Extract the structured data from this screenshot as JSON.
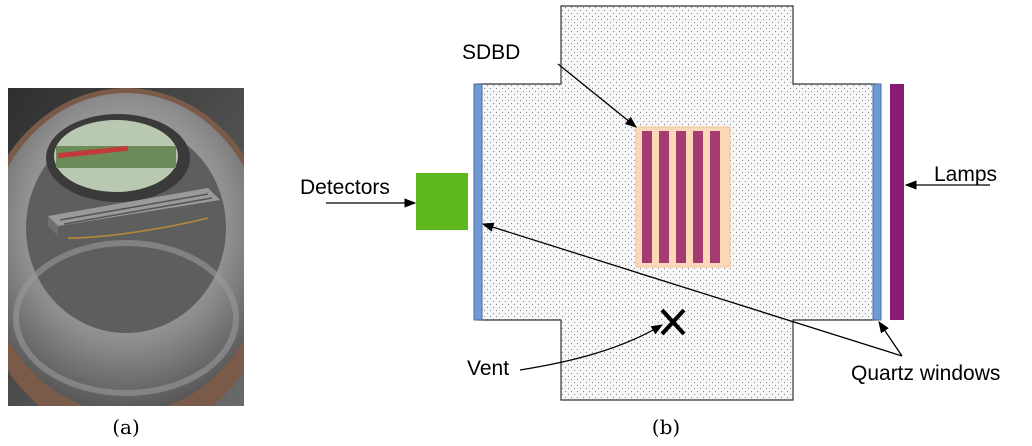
{
  "panel_a": {
    "caption": "(a)",
    "photo_icon": "vacuum-chamber-photo"
  },
  "panel_b": {
    "caption": "(b)",
    "labels": {
      "sdbd": "SDBD",
      "detectors": "Detectors",
      "lamps": "Lamps",
      "vent": "Vent",
      "quartz_windows": "Quartz windows"
    },
    "colors": {
      "chamber_fill": "#f2f2f2",
      "detector": "#5cb81c",
      "lamp": "#8b1a74",
      "quartz_window": "#6f9ad3",
      "sdbd_background": "#fbd9b8",
      "sdbd_electrode": "#a43c74"
    },
    "vent_icon": "x-mark-icon"
  }
}
